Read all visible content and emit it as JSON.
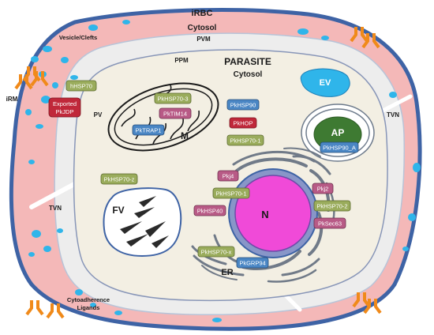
{
  "labels": {
    "irbc": "iRBC",
    "cytosol_host": "Cytosol",
    "pvm": "PVM",
    "vesicle_clefts": "Vesicle/Clefts",
    "ppm": "PPM",
    "parasite": "PARASITE",
    "cytosol_parasite": "Cytosol",
    "irm": "iRM",
    "pv": "PV",
    "tvn_right": "TVN",
    "tvn_left": "TVN",
    "ev": "EV",
    "ap": "AP",
    "m": "M",
    "fv": "FV",
    "n": "N",
    "er": "ER",
    "cytoadherence_line1": "Cytoadherence",
    "cytoadherence_line2": "Ligands"
  },
  "tags": {
    "hsp70_host": "hHSP70",
    "exported_pkjdp_line1": "Exported",
    "exported_pkjdp_line2": "PkJDP",
    "pkhsp70_3": "PkHSP70-3",
    "pktim14": "PkTIM14",
    "pktrap1": "PkTRAP1",
    "pkhsp90": "PkHSP90",
    "pkhop": "PkHOP",
    "pkhsp70_1_cyto": "PkHSP70-1",
    "pkhsp90_a": "PkHSP90_A",
    "pkhsp70_z": "PkHSP70-z",
    "pkj4": "Pkj4",
    "pkhsp70_1_nuc": "PkHSP70-1",
    "pkhsp40": "PkHSP40",
    "pkj2": "Pkj2",
    "pkhsp70_2": "PkHSP70-2",
    "pksec63": "PkSec63",
    "pkhsp70_x": "PkHSP70-x",
    "pkgrp94": "PkGRP94"
  },
  "colors": {
    "host_cytosol": "#f4b8b8",
    "cell_border": "#3e63a5",
    "pv_space": "#ededed",
    "parasite_cytosol": "#f3efe3",
    "olive_tag": "#9aac5c",
    "pink_tag": "#b85a86",
    "blue_tag": "#4a86c4",
    "red_tag": "#c0283a",
    "ap_green": "#3e7a32",
    "nucleus": "#f04ad8",
    "vesicle_blue": "#2fb5ea",
    "ligand_orange": "#f08a1a",
    "er_gray": "#707a88"
  }
}
